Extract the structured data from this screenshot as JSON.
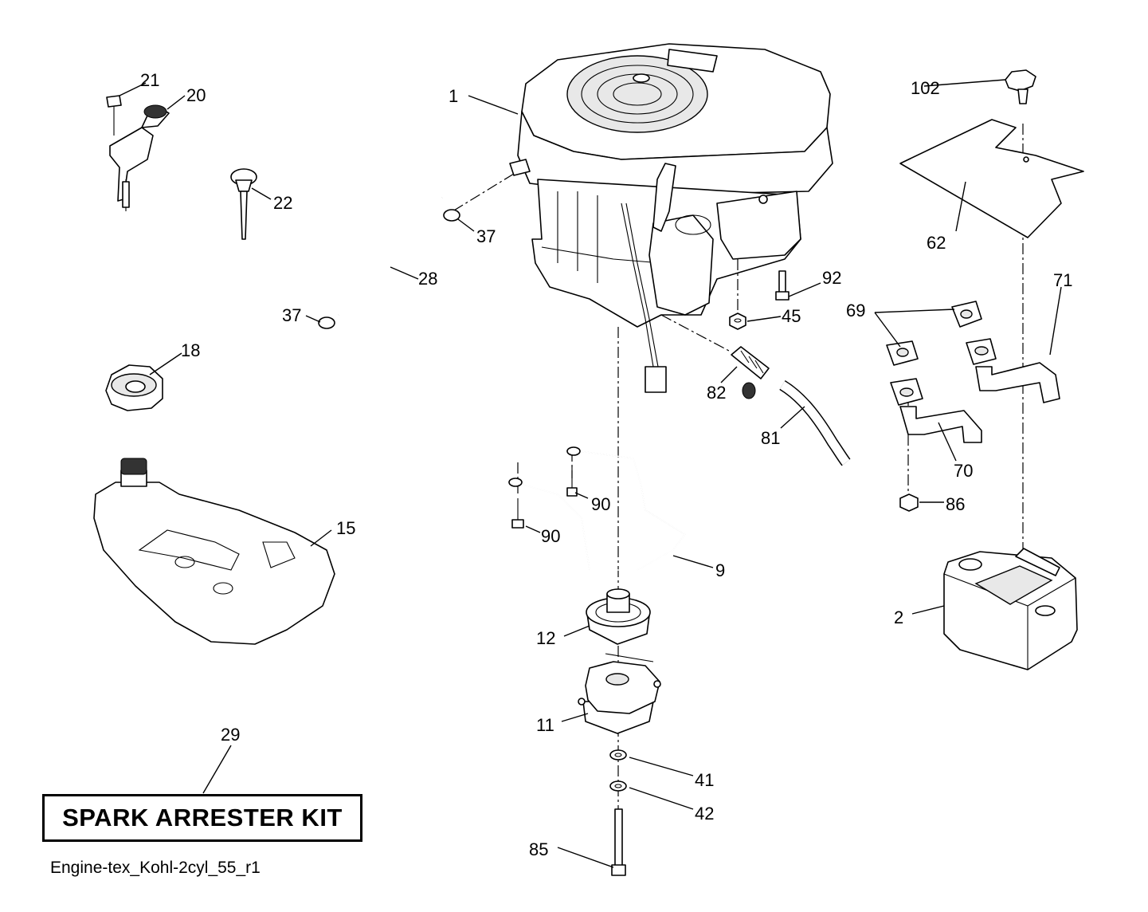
{
  "callouts": {
    "c1": "1",
    "c2": "2",
    "c9": "9",
    "c11": "11",
    "c12": "12",
    "c15": "15",
    "c18": "18",
    "c20": "20",
    "c21": "21",
    "c22": "22",
    "c28": "28",
    "c29": "29",
    "c37a": "37",
    "c37b": "37",
    "c41": "41",
    "c42": "42",
    "c45": "45",
    "c62": "62",
    "c69": "69",
    "c70": "70",
    "c71": "71",
    "c81": "81",
    "c82": "82",
    "c85": "85",
    "c86": "86",
    "c90a": "90",
    "c90b": "90",
    "c92": "92",
    "c102": "102"
  },
  "kit": {
    "label": "SPARK ARRESTER KIT"
  },
  "footer": {
    "code": "Engine-tex_Kohl-2cyl_55_r1"
  }
}
